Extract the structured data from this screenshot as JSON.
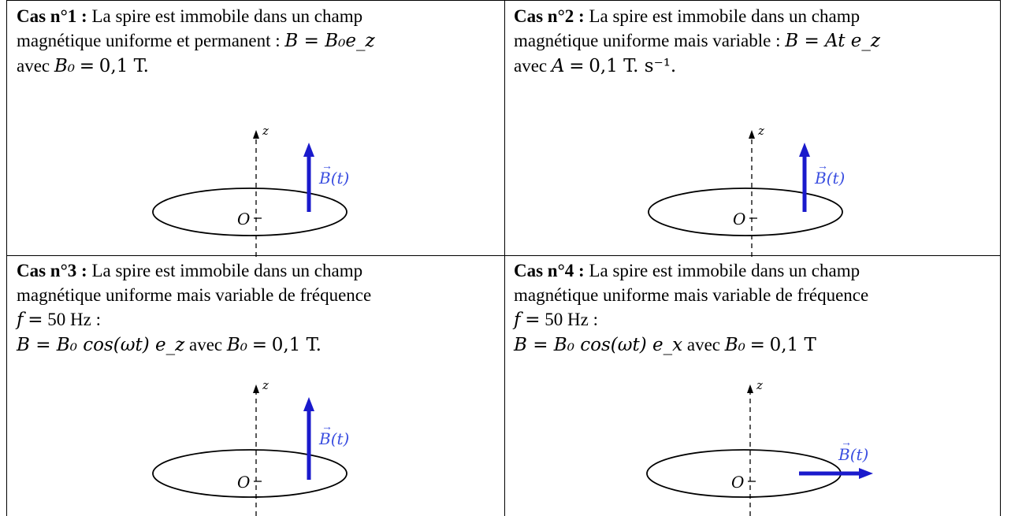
{
  "cases": [
    {
      "title": "Cas n°1 :",
      "lines": [
        "La spire est immobile dans un champ",
        "magnétique uniforme et permanent : ",
        "avec "
      ],
      "field_expr": "B = B₀e_z",
      "param_name": "B₀",
      "param_value": "0,1 T.",
      "vector_dir": "z"
    },
    {
      "title": "Cas n°2 :",
      "lines": [
        "La spire est immobile dans un champ",
        "magnétique uniforme mais variable : ",
        "avec "
      ],
      "field_expr": "B = At e_z",
      "param_name": "A",
      "param_value": "0,1 T. s⁻¹.",
      "vector_dir": "z"
    },
    {
      "title": "Cas n°3 :",
      "lines": [
        "La spire est immobile dans un champ",
        "magnétique uniforme mais variable de fréquence",
        "50 Hz :",
        " avec "
      ],
      "freq_symbol": "f",
      "field_expr": "B = B₀ cos(ωt) e_z",
      "param_name": "B₀",
      "param_value": "0,1 T.",
      "vector_dir": "z"
    },
    {
      "title": "Cas n°4 :",
      "lines": [
        "La spire est immobile dans un champ",
        "magnétique uniforme mais variable de fréquence",
        "50 Hz :",
        " avec "
      ],
      "freq_symbol": "f",
      "field_expr": "B = B₀ cos(ωt) e_x",
      "param_name": "B₀",
      "param_value": "0,1 T",
      "vector_dir": "x"
    }
  ],
  "figure": {
    "axis_label": "z",
    "origin_label": "O",
    "vector_label": "B(t)",
    "vector_color": "#1a1acc",
    "vector_color_light": "#3a4ee0"
  }
}
